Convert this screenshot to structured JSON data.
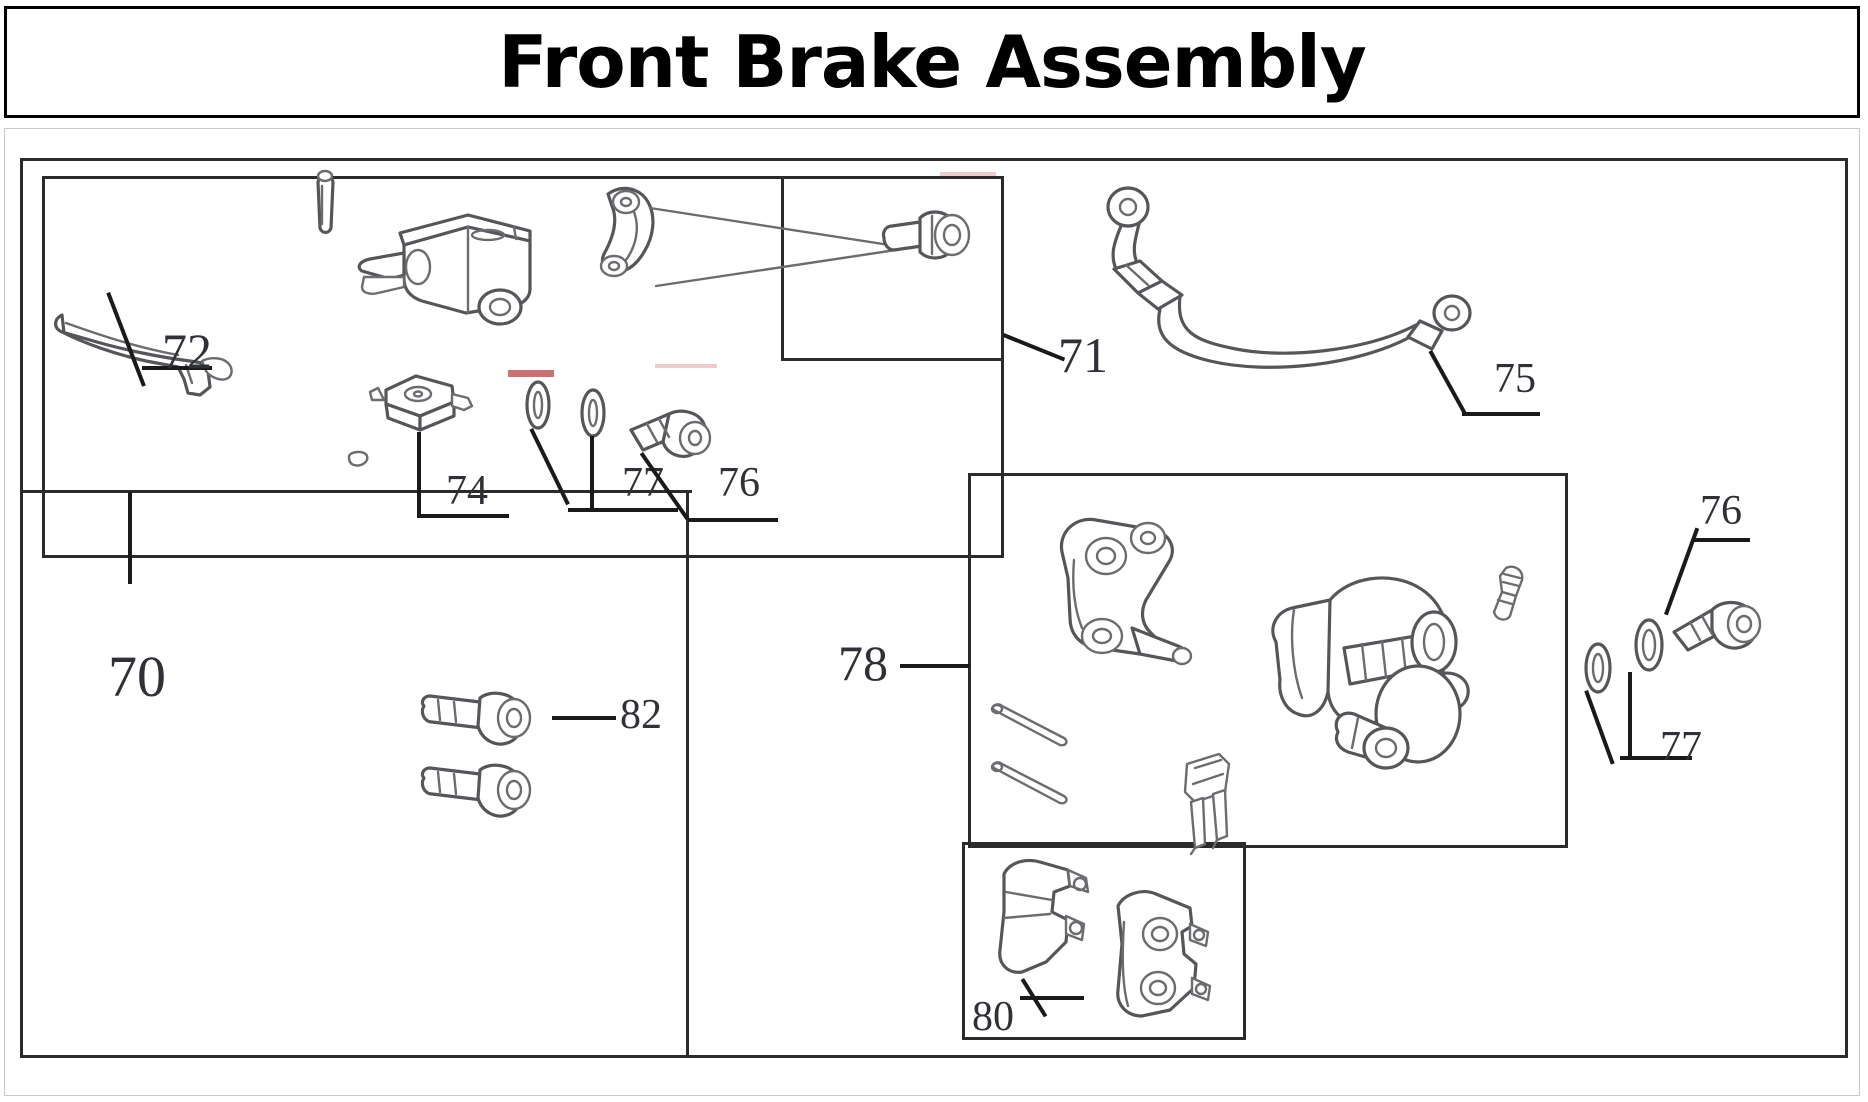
{
  "title": "Front Brake Assembly",
  "diagram": {
    "type": "exploded-parts-diagram",
    "subject": "Front Brake Assembly",
    "callouts": [
      {
        "number": "70",
        "target": "front-brake-system-group",
        "position": "lower-left"
      },
      {
        "number": "71",
        "target": "master-cylinder-assembly-group",
        "position": "upper-center"
      },
      {
        "number": "72",
        "target": "brake-lever",
        "position": "upper-left"
      },
      {
        "number": "74",
        "target": "brake-light-switch",
        "position": "upper-left-inner"
      },
      {
        "number": "75",
        "target": "brake-hose",
        "position": "upper-right"
      },
      {
        "number": "76",
        "target": "banjo-bolt",
        "position": "upper-left-inner"
      },
      {
        "number": "77",
        "target": "sealing-washers",
        "position": "upper-left-inner"
      },
      {
        "number": "76",
        "target": "banjo-bolt-caliper",
        "position": "right"
      },
      {
        "number": "77",
        "target": "sealing-washers-caliper",
        "position": "right"
      },
      {
        "number": "78",
        "target": "brake-caliper-assembly",
        "position": "center-right"
      },
      {
        "number": "80",
        "target": "brake-pad-set",
        "position": "lower-center"
      },
      {
        "number": "82",
        "target": "caliper-mounting-bolts",
        "position": "lower-left-center"
      }
    ],
    "groups": [
      {
        "id": "group-70",
        "label": "70",
        "name": "front-brake-system"
      },
      {
        "id": "group-71",
        "label": "71",
        "name": "master-cylinder-assembly"
      },
      {
        "id": "group-78",
        "label": "78",
        "name": "caliper-assembly"
      },
      {
        "id": "group-80",
        "label": "80",
        "name": "brake-pads"
      }
    ],
    "parts": [
      {
        "ref": "72",
        "name": "brake-lever"
      },
      {
        "ref": "74",
        "name": "brake-light-switch"
      },
      {
        "ref": "75",
        "name": "brake-hose"
      },
      {
        "ref": "76",
        "name": "banjo-bolt"
      },
      {
        "ref": "77",
        "name": "sealing-washer"
      },
      {
        "ref": "80",
        "name": "brake-pad"
      },
      {
        "ref": "82",
        "name": "flange-bolt"
      }
    ]
  },
  "labels": {
    "n70": "70",
    "n71": "71",
    "n72": "72",
    "n74": "74",
    "n75": "75",
    "n76a": "76",
    "n76b": "76",
    "n77a": "77",
    "n77b": "77",
    "n78": "78",
    "n80": "80",
    "n82": "82"
  },
  "colors": {
    "border": "#2b2b2b",
    "ink": "#55565a",
    "label": "#2f3136",
    "background": "#ffffff"
  }
}
